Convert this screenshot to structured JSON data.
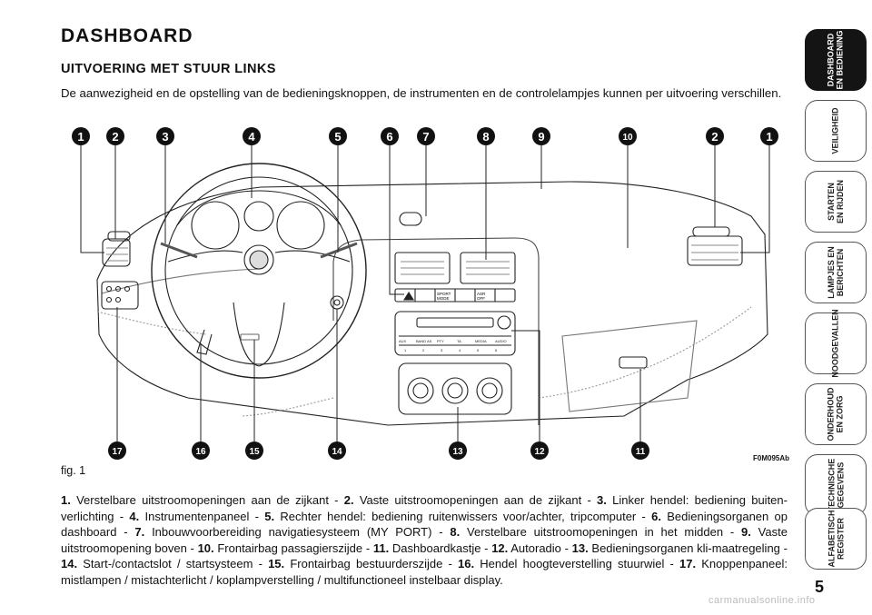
{
  "page": {
    "title": "DASHBOARD",
    "subtitle": "UITVOERING MET STUUR LINKS",
    "intro": "De aanwezigheid en de opstelling van de bedieningsknoppen, de instrumenten en de controlelampjes kunnen per uitvoering verschillen.",
    "fig_label": "fig. 1",
    "fig_code": "F0M095Ab",
    "page_number": "5",
    "watermark": "carmanualsonline.info"
  },
  "figure": {
    "top_callouts": [
      "1",
      "2",
      "3",
      "4",
      "5",
      "6",
      "7",
      "8",
      "9",
      "10",
      "2",
      "1"
    ],
    "bottom_callouts": [
      "17",
      "16",
      "15",
      "14",
      "13",
      "12",
      "11"
    ],
    "radio_buttons": [
      "AUX",
      "BAND AS",
      "PTY",
      "TA",
      "MEDIA",
      "AUDIO"
    ],
    "radio_presets": [
      "1",
      "2",
      "3",
      "4",
      "5",
      "6"
    ],
    "switch_labels": [
      "SPORT",
      "MODE",
      "ASR",
      "OFF"
    ]
  },
  "legend": [
    {
      "num": "1.",
      "text": "Verstelbare uitstroomopeningen aan de zijkant"
    },
    {
      "num": "2.",
      "text": "Vaste uitstroomopeningen aan de zijkant"
    },
    {
      "num": "3.",
      "text": "Linker hendel: bediening buiten-verlichting"
    },
    {
      "num": "4.",
      "text": "Instrumentenpaneel"
    },
    {
      "num": "5.",
      "text": "Rechter hendel: bediening ruitenwissers voor/achter, tripcomputer"
    },
    {
      "num": "6.",
      "text": "Bedieningsorganen op dashboard"
    },
    {
      "num": "7.",
      "text": "Inbouwvoorbereiding navigatiesysteem (MY PORT)"
    },
    {
      "num": "8.",
      "text": "Verstelbare uitstroomopeningen in het midden"
    },
    {
      "num": "9.",
      "text": "Vaste uitstroomopening boven"
    },
    {
      "num": "10.",
      "text": "Frontairbag passagierszijde"
    },
    {
      "num": "11.",
      "text": "Dashboardkastje"
    },
    {
      "num": "12.",
      "text": "Autoradio"
    },
    {
      "num": "13.",
      "text": "Bedieningsorganen kli-maatregeling"
    },
    {
      "num": "14.",
      "text": "Start-/contactslot / startsysteem"
    },
    {
      "num": "15.",
      "text": "Frontairbag bestuurderszijde"
    },
    {
      "num": "16.",
      "text": "Hendel hoogteverstelling stuurwiel"
    },
    {
      "num": "17.",
      "text": "Knoppenpaneel: mistlampen / mistachterlicht / koplampverstelling / multifunctioneel instelbaar display."
    }
  ],
  "sidebar": {
    "tabs": [
      {
        "label": "DASHBOARD\nEN BEDIENING",
        "active": true
      },
      {
        "label": "VEILIGHEID",
        "active": false
      },
      {
        "label": "STARTEN\nEN RIJDEN",
        "active": false
      },
      {
        "label": "LAMPJES EN\nBERICHTEN",
        "active": false
      },
      {
        "label": "NOODGEVALLEN",
        "active": false
      },
      {
        "label": "ONDERHOUD\nEN ZORG",
        "active": false
      },
      {
        "label": "TECHNISCHE\nGEGEVENS",
        "active": false
      },
      {
        "label": "ALFABETISCH\nREGISTER",
        "active": false
      }
    ]
  }
}
